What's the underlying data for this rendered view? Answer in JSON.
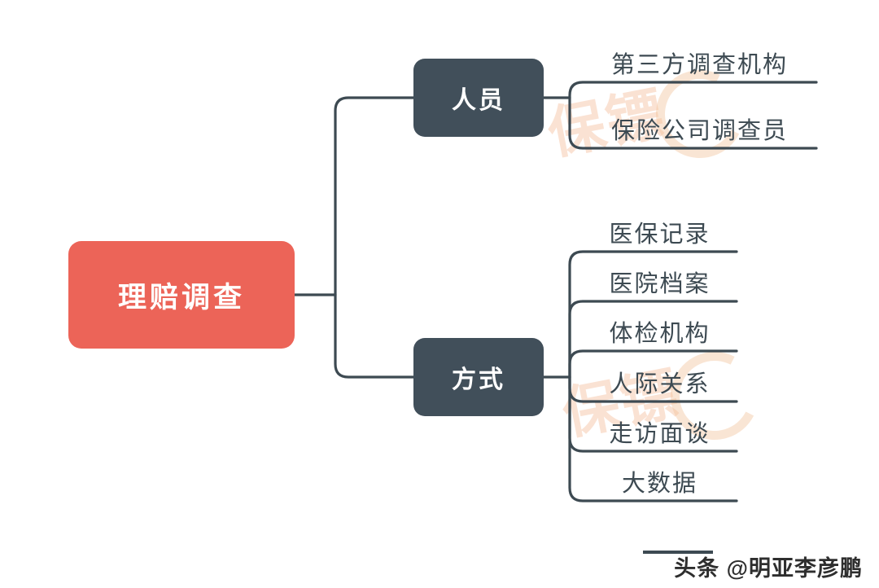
{
  "diagram": {
    "type": "mind-map",
    "title": "理赔调查",
    "colors": {
      "root_fill": "#ec6458",
      "branch_fill": "#414f5a",
      "line": "#3d4a52",
      "leaf_text": "#3d4a52",
      "node_text": "#ffffff",
      "background": "#ffffff",
      "watermark": "#f0a070"
    },
    "root": {
      "label": "理赔调查"
    },
    "branches": [
      {
        "id": "personnel",
        "label": "人员",
        "leaves": [
          {
            "label": "第三方调查机构"
          },
          {
            "label": "保险公司调查员"
          }
        ]
      },
      {
        "id": "methods",
        "label": "方式",
        "leaves": [
          {
            "label": "医保记录"
          },
          {
            "label": "医院档案"
          },
          {
            "label": "体检机构"
          },
          {
            "label": "人际关系"
          },
          {
            "label": "走访面谈"
          },
          {
            "label": "大数据"
          }
        ]
      }
    ]
  },
  "watermark": {
    "text_a": "保镖",
    "text_b": "保镖"
  },
  "attribution": {
    "platform": "头条",
    "handle": "@明亚李彦鹏",
    "full": "头条 @明亚李彦鹏"
  }
}
